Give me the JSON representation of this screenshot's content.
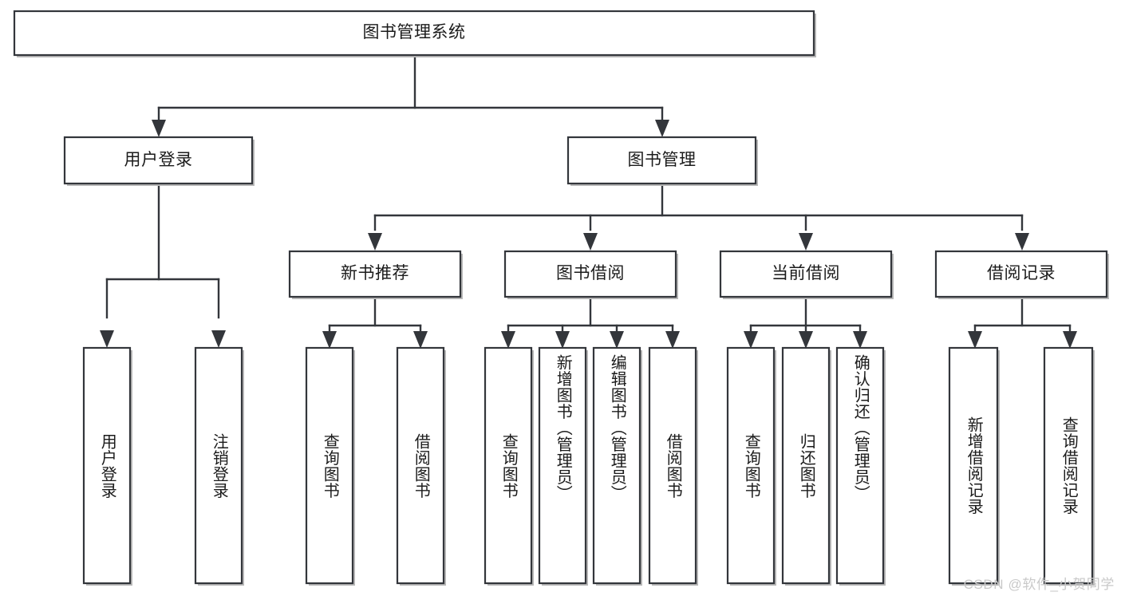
{
  "diagram": {
    "type": "tree-hierarchy",
    "title": "图书管理系统",
    "orientation": "top-down",
    "watermark": "CSDN @软件_小贺同学",
    "colors": {
      "box_stroke": "#33363b",
      "box_fill": "#ffffff",
      "connector": "#33363b",
      "text": "#1b1b1b",
      "background": "#ffffff",
      "watermark": "#c9c9c9"
    },
    "nodes": {
      "root": {
        "id": "root",
        "label": "图书管理系统",
        "level": 0,
        "orientation": "horizontal"
      },
      "l1": [
        {
          "id": "user-login",
          "label": "用户登录",
          "level": 1,
          "orientation": "horizontal"
        },
        {
          "id": "book-management",
          "label": "图书管理",
          "level": 1,
          "orientation": "horizontal"
        }
      ],
      "l2": [
        {
          "id": "new-book-recommend",
          "label": "新书推荐",
          "level": 2,
          "orientation": "horizontal",
          "parent": "book-management"
        },
        {
          "id": "book-borrow",
          "label": "图书借阅",
          "level": 2,
          "orientation": "horizontal",
          "parent": "book-management"
        },
        {
          "id": "current-borrow",
          "label": "当前借阅",
          "level": 2,
          "orientation": "horizontal",
          "parent": "book-management"
        },
        {
          "id": "borrow-record",
          "label": "借阅记录",
          "level": 2,
          "orientation": "horizontal",
          "parent": "book-management"
        }
      ],
      "leaves": [
        {
          "id": "leaf-user-login",
          "label": "用户登录",
          "parent": "user-login",
          "orientation": "vertical"
        },
        {
          "id": "leaf-logout",
          "label": "注销登录",
          "parent": "user-login",
          "orientation": "vertical"
        },
        {
          "id": "leaf-query-book-1",
          "label": "查询图书",
          "parent": "new-book-recommend",
          "orientation": "vertical"
        },
        {
          "id": "leaf-borrow-book-1",
          "label": "借阅图书",
          "parent": "new-book-recommend",
          "orientation": "vertical"
        },
        {
          "id": "leaf-query-book-2",
          "label": "查询图书",
          "parent": "book-borrow",
          "orientation": "vertical"
        },
        {
          "id": "leaf-add-book",
          "label": "新增图书（管理员）",
          "parent": "book-borrow",
          "orientation": "vertical"
        },
        {
          "id": "leaf-edit-book",
          "label": "编辑图书（管理员）",
          "parent": "book-borrow",
          "orientation": "vertical"
        },
        {
          "id": "leaf-borrow-book-2",
          "label": "借阅图书",
          "parent": "book-borrow",
          "orientation": "vertical"
        },
        {
          "id": "leaf-query-book-3",
          "label": "查询图书",
          "parent": "current-borrow",
          "orientation": "vertical"
        },
        {
          "id": "leaf-return-book",
          "label": "归还图书",
          "parent": "current-borrow",
          "orientation": "vertical"
        },
        {
          "id": "leaf-confirm-return",
          "label": "确认归还（管理员）",
          "parent": "current-borrow",
          "orientation": "vertical"
        },
        {
          "id": "leaf-add-record",
          "label": "新增借阅记录",
          "parent": "borrow-record",
          "orientation": "vertical"
        },
        {
          "id": "leaf-query-record",
          "label": "查询借阅记录",
          "parent": "borrow-record",
          "orientation": "vertical"
        }
      ]
    }
  }
}
